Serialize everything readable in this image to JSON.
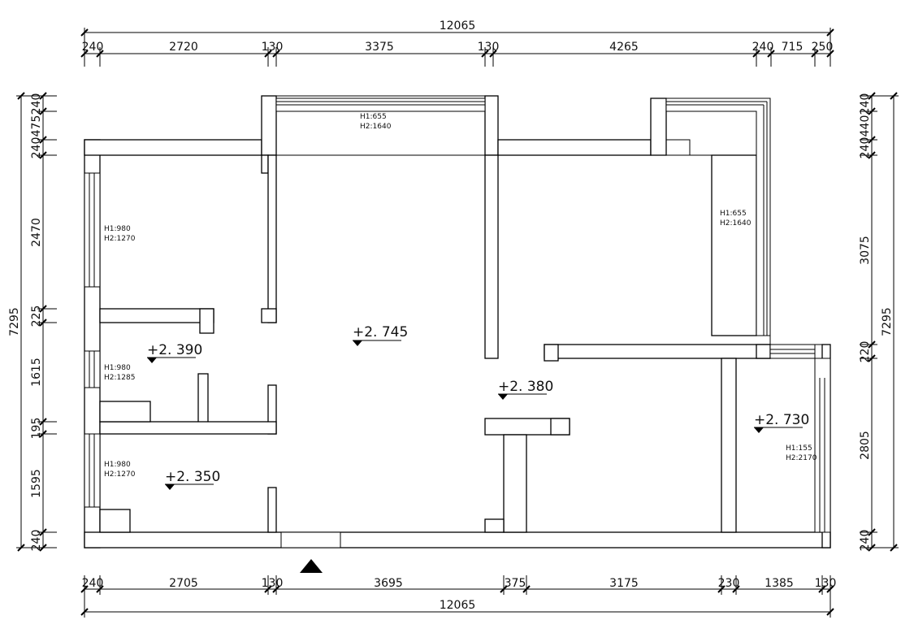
{
  "dimensions": {
    "top_total": "12065",
    "top": [
      "240",
      "2720",
      "130",
      "3375",
      "130",
      "4265",
      "240",
      "715",
      "250"
    ],
    "bottom_total": "12065",
    "bottom": [
      "240",
      "2705",
      "130",
      "3695",
      "375",
      "3175",
      "230",
      "1385",
      "130"
    ],
    "left_total": "7295",
    "left": [
      "240",
      "475",
      "240",
      "2470",
      "225",
      "1615",
      "195",
      "1595",
      "240"
    ],
    "right_total": "7295",
    "right": [
      "240",
      "440",
      "240",
      "3075",
      "220",
      "2805",
      "240"
    ]
  },
  "levels": [
    "+2. 390",
    "+2. 745",
    "+2. 380",
    "+2. 730",
    "+2. 350"
  ],
  "window_notes": [
    {
      "h1": "H1:655",
      "h2": "H2:1640"
    },
    {
      "h1": "H1:980",
      "h2": "H2:1270"
    },
    {
      "h1": "H1:655",
      "h2": "H2:1640"
    },
    {
      "h1": "H1:980",
      "h2": "H2:1285"
    },
    {
      "h1": "H1:155",
      "h2": "H2:2170"
    },
    {
      "h1": "H1:980",
      "h2": "H2:1270"
    }
  ]
}
